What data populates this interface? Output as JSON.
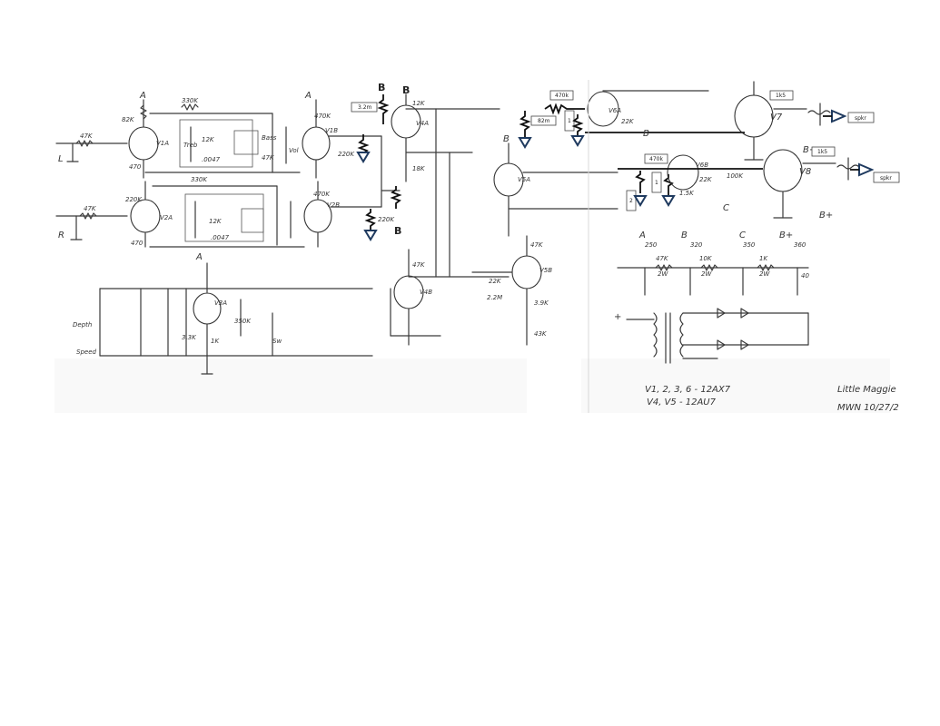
{
  "added_labels": {
    "resistor_3_2m": "3.2m",
    "resistor_82m": "82m",
    "resistor_470k_a": "470k",
    "resistor_470k_b": "470k",
    "transformer_1k5_a": "1k5",
    "transformer_1k5_b": "1k5",
    "speaker_a": "spkr",
    "speaker_b": "spkr",
    "node_B1": "B",
    "node_B2": "B",
    "node_B3": "B",
    "pot_1": "1",
    "pot_2": "1",
    "pot_3": "2"
  },
  "hand_labels": {
    "v1a": "V1A",
    "v1b": "V1B",
    "v2a": "V2A",
    "v2b": "V2B",
    "v3a": "V3A",
    "v4a": "V4A",
    "v4b": "V4B",
    "v5a": "V5A",
    "v5b": "V5B",
    "v6a": "V6A",
    "v6b": "V6B",
    "v7": "V7",
    "v8": "V8",
    "in_L": "L",
    "in_R": "R",
    "r_47k_in1": "47K",
    "r_47k_in2": "47K",
    "r_82k_1": "82K",
    "r_220k_1": "220K",
    "r_330k_1": "330K",
    "r_330k_2": "330K",
    "r_470k_1": "470K",
    "r_470k_2": "470K",
    "r_12k_1": "12K",
    "r_12k_2": "12K",
    "r_470_1": "470",
    "r_470_2": "470",
    "c_0047_1": ".0047",
    "c_0047_2": ".0047",
    "pot_treble": "Treb",
    "pot_bass": "Bass",
    "pot_vol": "Vol",
    "r_18k": "18K",
    "r_22k_1": "22K",
    "r_22k_2": "22K",
    "r_100k": "100K",
    "r_220k_2": "220K",
    "r_1k5": "1.5K",
    "r_2_2m": "2.2M",
    "r_3_9k": "3.9K",
    "r_43k": "43K",
    "r_47k_b": "47K",
    "r_3_3k": "3.3K",
    "r_1k": "1K",
    "pot_depth": "Depth",
    "pot_speed": "Speed",
    "r_350k": "350K",
    "sw": "Sw",
    "supply_A": "A",
    "supply_B": "B",
    "supply_C": "C",
    "supply_Bplus": "B+",
    "supply_250": "250",
    "supply_320": "320",
    "supply_350": "350",
    "supply_360": "360",
    "supply_r1": "47K",
    "supply_r2": "10K",
    "supply_r3": "1K",
    "supply_w1": "2W",
    "supply_w2": "2W",
    "supply_w3": "2W",
    "supply_c40": "40",
    "tube_note_1": "V1, 2, 3, 6 - 12AX7",
    "tube_note_2": "V4, V5 - 12AU7",
    "title": "Little Maggie",
    "author": "MWN  10/27/2"
  }
}
